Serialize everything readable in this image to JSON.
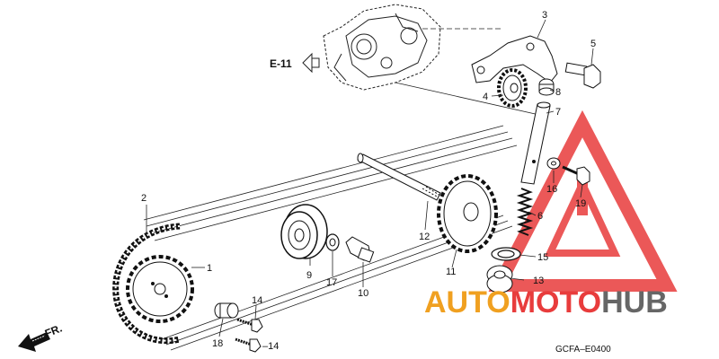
{
  "diagram": {
    "reference_label": "E-11",
    "front_marker": "FR.",
    "catalog_code": "GCFA–E0400",
    "parts": [
      {
        "number": "1"
      },
      {
        "number": "2"
      },
      {
        "number": "3"
      },
      {
        "number": "4"
      },
      {
        "number": "5"
      },
      {
        "number": "6"
      },
      {
        "number": "7"
      },
      {
        "number": "8"
      },
      {
        "number": "9"
      },
      {
        "number": "10"
      },
      {
        "number": "11"
      },
      {
        "number": "12"
      },
      {
        "number": "13"
      },
      {
        "number": "14"
      },
      {
        "number": "–14"
      },
      {
        "number": "15"
      },
      {
        "number": "16"
      },
      {
        "number": "17"
      },
      {
        "number": "18"
      },
      {
        "number": "19"
      }
    ]
  },
  "watermark": {
    "text_part1": "AUTO",
    "text_part2": "MOTO",
    "text_part3": "HUB",
    "color_orange": "#f0a020",
    "color_red": "#e83c3c",
    "color_gray": "#666666"
  }
}
